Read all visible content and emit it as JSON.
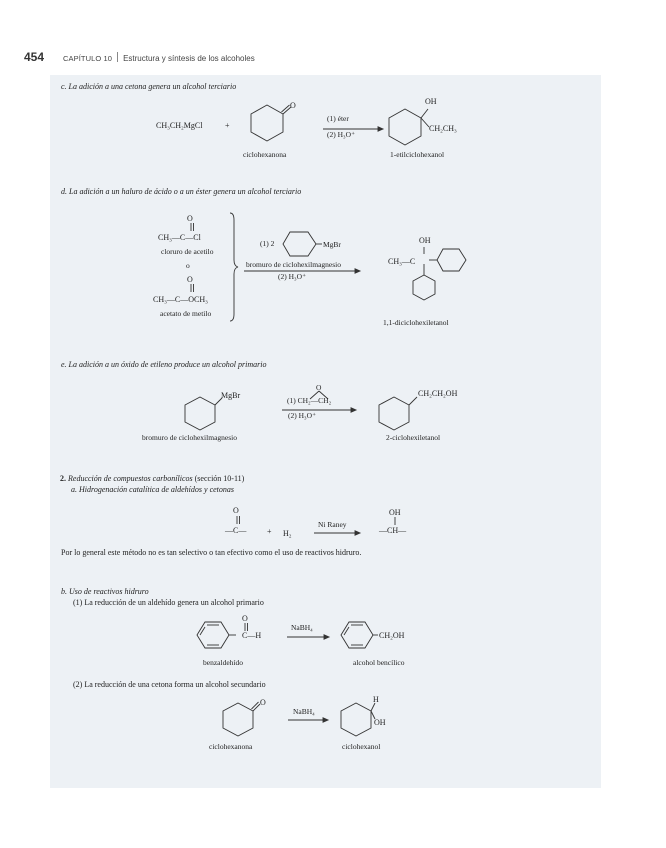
{
  "header": {
    "page_number": "454",
    "chapter": "CAPÍTULO 10",
    "chapter_title": "Estructura y síntesis de los alcoholes"
  },
  "sections": {
    "c": {
      "heading": "c. La adición a una cetona genera un alcohol terciario",
      "reagent": "CH₃CH₂MgCl",
      "plus": "+",
      "substrate_label": "ciclohexanona",
      "condition_1": "(1) éter",
      "condition_2": "(2) H₃O⁺",
      "product_oh": "OH",
      "product_group": "CH₂CH₃",
      "product_label": "1-etilciclohexanol",
      "oxygen": "O"
    },
    "d": {
      "heading": "d. La adición a un haluro de ácido o a un éster genera un alcohol terciario",
      "reactant1_o": "O",
      "reactant1_formula": "CH₃—C—Cl",
      "reactant1_label": "cloruro de acetilo",
      "or": "o",
      "reactant2_o": "O",
      "reactant2_formula": "CH₃—C—OCH₃",
      "reactant2_label": "acetato de metilo",
      "condition_1_prefix": "(1) 2",
      "condition_1_group": "MgBr",
      "condition_1_label": "bromuro de ciclohexilmagnesio",
      "condition_2": "(2) H₃O⁺",
      "product_oh": "OH",
      "product_left": "CH₃—C",
      "product_label": "1,1-diciclohexiletanol"
    },
    "e": {
      "heading": "e. La adición a un óxido de etileno produce un alcohol primario",
      "reagent_group": "MgBr",
      "reagent_label": "bromuro de ciclohexilmagnesio",
      "epoxide_o": "O",
      "condition_1": "(1) CH₂—CH₂",
      "condition_2": "(2) H₃O⁺",
      "product_group": "CH₂CH₂OH",
      "product_label": "2-ciclohexiletanol"
    },
    "reduction": {
      "heading_num": "2.",
      "heading_italic": "Reducción de compuestos carbonílicos",
      "heading_ref": "(sección 10-11)",
      "a_heading": "a. Hidrogenación catalítica de aldehídos y cetonas",
      "a_reactant_o": "O",
      "a_reactant": "—C—",
      "a_plus": "+",
      "a_h2": "H₂",
      "a_catalyst": "Ni Raney",
      "a_product_oh": "OH",
      "a_product": "—CH—",
      "a_note": "Por lo general este método no es tan selectivo o tan efectivo como el uso de reactivos hidruro.",
      "b_heading": "b. Uso de reactivos hidruro",
      "b1_heading": "(1) La reducción de un aldehído genera un alcohol primario",
      "b1_o": "O",
      "b1_group": "C—H",
      "b1_reagent": "NaBH₄",
      "b1_product_group": "CH₂OH",
      "b1_reactant_label": "benzaldehído",
      "b1_product_label": "alcohol bencílico",
      "b2_heading": "(2) La reducción de una cetona forma un alcohol secundario",
      "b2_o": "O",
      "b2_reagent": "NaBH₄",
      "b2_h": "H",
      "b2_oh": "OH",
      "b2_reactant_label": "ciclohexanona",
      "b2_product_label": "ciclohexanol"
    }
  }
}
